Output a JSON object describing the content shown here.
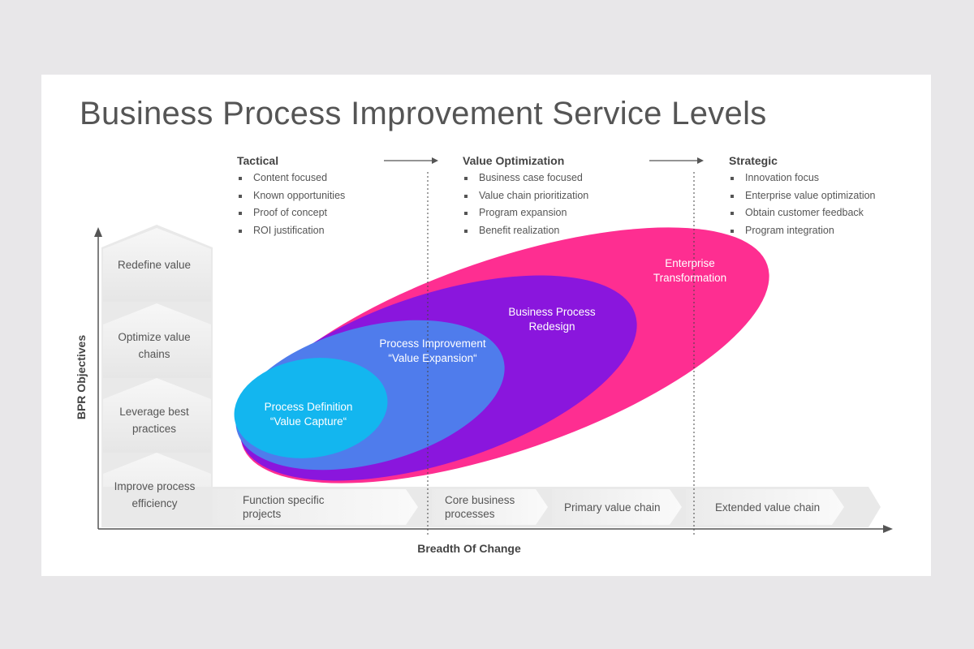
{
  "title": "Business Process Improvement Service Levels",
  "stages": [
    {
      "heading": "Tactical",
      "items": [
        "Content focused",
        "Known opportunities",
        "Proof of concept",
        "ROI justification"
      ]
    },
    {
      "heading": "Value Optimization",
      "items": [
        "Business case focused",
        "Value chain prioritization",
        "Program expansion",
        "Benefit realization"
      ]
    },
    {
      "heading": "Strategic",
      "items": [
        "Innovation focus",
        "Enterprise value optimization",
        "Obtain customer feedback",
        "Program integration"
      ]
    }
  ],
  "objectives": [
    "Redefine value",
    "Optimize value chains",
    "Leverage best practices",
    "Improve process efficiency"
  ],
  "breadth": [
    "Function specific projects",
    "Core business processes",
    "Primary value chain",
    "Extended value chain"
  ],
  "ellipses": [
    {
      "label": "Enterprise Transformation",
      "color": "#fe2e91"
    },
    {
      "label": "Business Process Redesign",
      "color": "#8a16dd"
    },
    {
      "label": "Process Improvement “Value Expansion“",
      "color": "#4f7cec"
    },
    {
      "label": "Process Definition “Value Capture“",
      "color": "#13b6ef"
    }
  ],
  "y_axis_label": "BPR Objectives",
  "x_axis_label": "Breadth Of Change"
}
